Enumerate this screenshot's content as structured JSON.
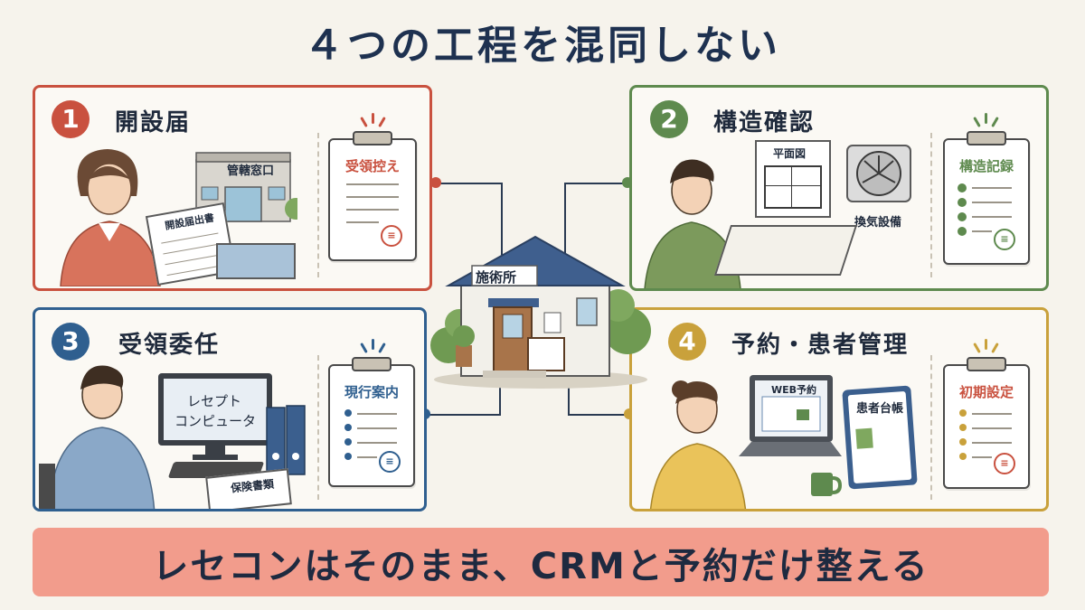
{
  "title": "４つの工程を混同しない",
  "steps": [
    {
      "number": "1",
      "title": "開設届",
      "color": "#c9513f",
      "labels": {
        "office": "管轄窓口",
        "form": "開設届出書"
      },
      "clipboard": {
        "title": "受領控え",
        "stamp": "≡"
      }
    },
    {
      "number": "2",
      "title": "構造確認",
      "color": "#5e8a4e",
      "labels": {
        "floorplan": "平面図",
        "ventilation": "換気設備"
      },
      "clipboard": {
        "title": "構造記録",
        "stamp": "≡"
      }
    },
    {
      "number": "3",
      "title": "受領委任",
      "color": "#2f5f8f",
      "labels": {
        "computer_line1": "レセプト",
        "computer_line2": "コンピュータ",
        "documents": "保険書類"
      },
      "clipboard": {
        "title": "現行案内",
        "stamp": "≡"
      }
    },
    {
      "number": "4",
      "title": "予約・患者管理",
      "color": "#c9a13b",
      "labels": {
        "web": "WEB予約",
        "ledger": "患者台帳"
      },
      "clipboard": {
        "title": "初期設定",
        "stamp": "≡"
      }
    }
  ],
  "center": {
    "sign": "施術所"
  },
  "banner": {
    "text": "レセコンはそのまま、CRMと予約だけ整える",
    "color": "#f29c8c"
  },
  "icons": [
    "person-icon",
    "building-icon",
    "house-icon",
    "ventilation-fan-icon",
    "laptop-icon",
    "monitor-icon",
    "clipboard-icon",
    "binder-icon",
    "mug-icon",
    "tree-icon"
  ]
}
